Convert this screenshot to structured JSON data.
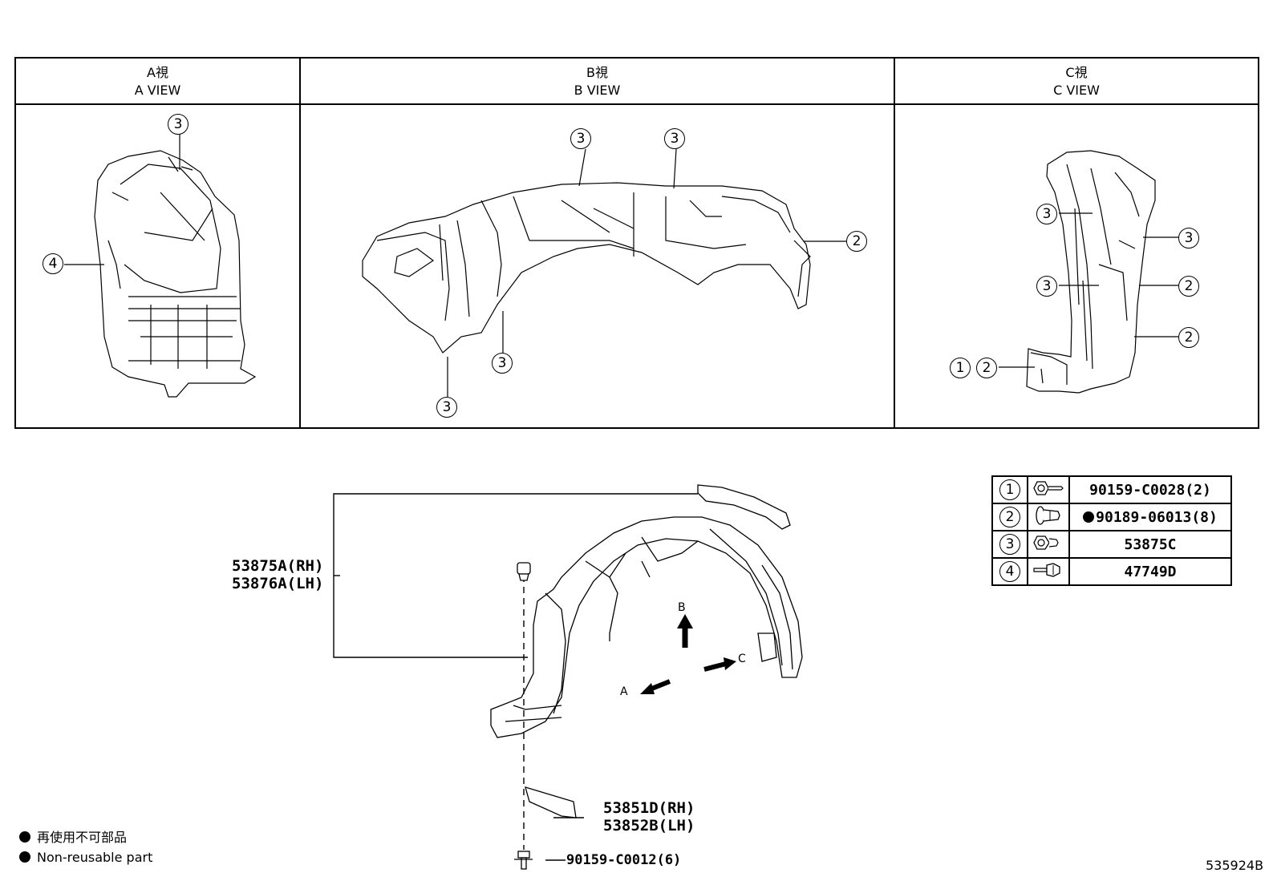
{
  "views": [
    {
      "jp": "A視",
      "en": "A VIEW"
    },
    {
      "jp": "B視",
      "en": "B VIEW"
    },
    {
      "jp": "C視",
      "en": "C VIEW"
    }
  ],
  "callout_labels": {
    "one": "1",
    "two": "2",
    "three": "3",
    "four": "4"
  },
  "part_labels": {
    "liner_rh": "53875A(RH)",
    "liner_lh": "53876A(LH)",
    "bracket_rh": "53851D(RH)",
    "bracket_lh": "53852B(LH)",
    "screw": "90159-C0012(6)"
  },
  "direction_arrows": {
    "a": "A",
    "b": "B",
    "c": "C"
  },
  "parts_table": [
    {
      "index": "1",
      "icon": "screw-icon",
      "part": "90159-C0028(2)",
      "non_reusable": false
    },
    {
      "index": "2",
      "icon": "clip-icon",
      "part": "90189-06013(8)",
      "non_reusable": true
    },
    {
      "index": "3",
      "icon": "nut-icon",
      "part": "53875C",
      "non_reusable": false
    },
    {
      "index": "4",
      "icon": "bolt-icon",
      "part": "47749D",
      "non_reusable": false
    }
  ],
  "legend": {
    "jp": "再使用不可部品",
    "en": "Non-reusable part"
  },
  "doc_id": "535924B"
}
